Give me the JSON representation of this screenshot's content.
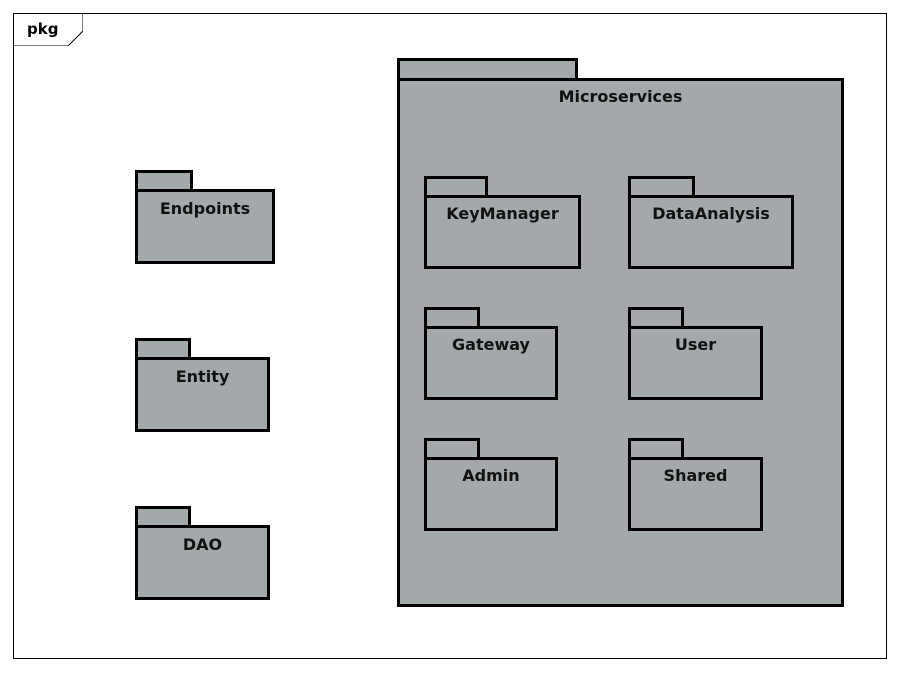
{
  "frame": {
    "tag": "pkg"
  },
  "packages": {
    "endpoints": "Endpoints",
    "entity": "Entity",
    "dao": "DAO",
    "microservices": "Microservices",
    "key_manager": "KeyManager",
    "data_analysis": "DataAnalysis",
    "gateway": "Gateway",
    "user": "User",
    "admin": "Admin",
    "shared": "Shared"
  },
  "colors": {
    "package_fill": "#a3a8aa",
    "border": "#000000"
  }
}
